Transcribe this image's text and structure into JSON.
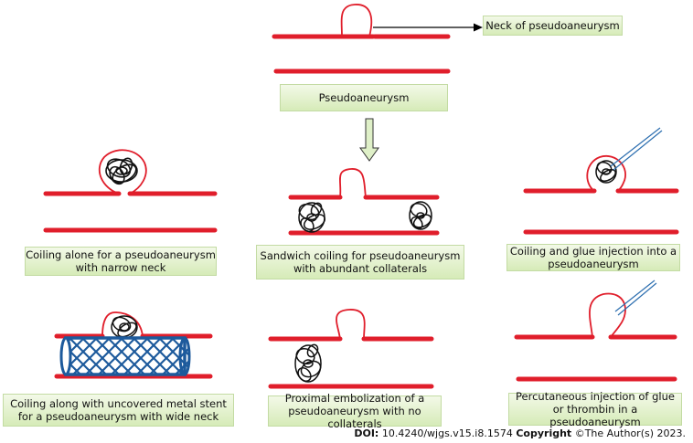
{
  "labels": {
    "neck": "Neck of pseudoaneurysm",
    "pseudoaneurysm": "Pseudoaneurysm",
    "coiling_alone": "Coiling alone for a pseudoaneurysm with narrow neck",
    "sandwich": "Sandwich coiling for pseudoaneurysm with abundant collaterals",
    "glue_injection": "Coiling and glue injection into a pseudoaneurysm",
    "stent": "Coiling along with uncovered metal stent for a pseudoaneurysm with wide neck",
    "proximal": "Proximal embolization of a pseudoaneurysm with no collaterals",
    "percutaneous": "Percutaneous injection of glue or thrombin in a pseudoaneurysm"
  },
  "footer": {
    "doi_label": "DOI:",
    "doi": "10.4240/wjgs.v15.i8.1574",
    "copyright_label": "Copyright",
    "copyright": "©The Author(s) 2023."
  },
  "colors": {
    "vessel": "#e01e2b",
    "coil": "#111111",
    "stent": "#1d5a9c",
    "needle": "#2d6fb0",
    "label_fill": "#d6ebb8",
    "arrow_fill": "#dff0c8"
  }
}
